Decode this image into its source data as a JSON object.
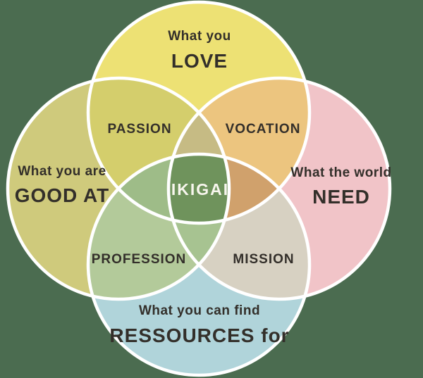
{
  "diagram": {
    "circles": {
      "love": {
        "line1": "What you",
        "line2": "LOVE"
      },
      "good_at": {
        "line1": "What you are",
        "line2": "GOOD AT"
      },
      "need": {
        "line1": "What the world",
        "line2": "NEED"
      },
      "resources": {
        "line1": "What you can find",
        "line2": "RESSOURCES for"
      }
    },
    "overlaps": {
      "passion": "PASSION",
      "vocation": "VOCATION",
      "profession": "PROFESSION",
      "mission": "MISSION",
      "center": "IKIGAI"
    }
  },
  "colors": {
    "background": "#4B6C50",
    "love_circle": "#EDE174",
    "good_at_circle": "#CFCA7C",
    "need_circle": "#F1C4C8",
    "resources_circle": "#B0D4DA",
    "passion_overlap": "#D4CE6C",
    "vocation_overlap": "#ECC57F",
    "profession_overlap": "#B3CA9A",
    "mission_overlap": "#D7D1C2",
    "love_good_at_need_overlap": "#C6BB84",
    "love_need_resources_overlap": "#D0A16C",
    "good_at_love_resources_overlap": "#9EBC88",
    "resources_good_at_need_overlap": "#A7C391",
    "ikigai_center": "#6F935C",
    "circle_outline": "#FFFFFF",
    "label_text": "#332F2A",
    "ikigai_text": "#F8F6EE"
  }
}
